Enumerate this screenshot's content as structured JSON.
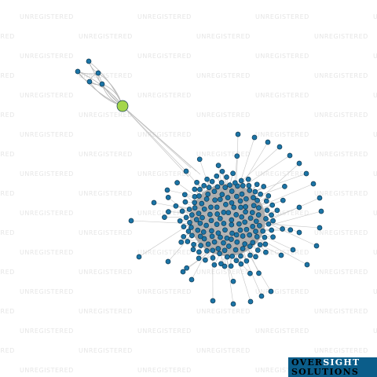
{
  "watermark": {
    "text": "UNREGISTERED"
  },
  "logo": {
    "line1_a": "OVER",
    "line1_b": "SIGHT",
    "line2": "SOLUTIONS",
    "background": "#0b5d8a"
  },
  "graph": {
    "hub_color": "#a4d64b",
    "node_color": "#1b74a6",
    "node_stroke": "#123a52",
    "edge_color": "#b7b7b7",
    "hub_count": 1,
    "upper_cluster_count": 5,
    "main_cluster_count": 212
  }
}
